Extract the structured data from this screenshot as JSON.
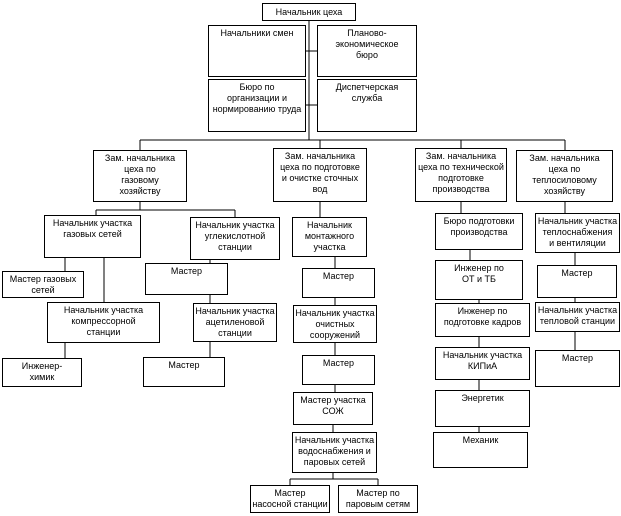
{
  "canvas": {
    "background_color": "#ffffff",
    "box_fill_color": "#ffffff",
    "box_border_color": "#000000",
    "text_color": "#000000",
    "line_color": "#000000"
  },
  "diagram": {
    "figure_type": "organizational-chart",
    "nodes": [
      {
        "id": "director",
        "label": "Начальник цеха"
      },
      {
        "id": "shift-chiefs",
        "label": "Начальники смен"
      },
      {
        "id": "planning-bureau",
        "label": "Планово-\nэкономическое\nбюро"
      },
      {
        "id": "org-bureau",
        "label": "Бюро по\nорганизации и\nнормированию труда"
      },
      {
        "id": "dispatch-service",
        "label": "Диспетчерская\nслужба"
      },
      {
        "id": "deputy-gas",
        "label": "Зам. начальника\nцеха по\nгазовому\nхозяйству"
      },
      {
        "id": "deputy-water",
        "label": "Зам. начальника\nцеха по подготовке\nи очистке сточных\nвод"
      },
      {
        "id": "deputy-tech",
        "label": "Зам. начальника\nцеха по технической\nподготовке\nпроизводства"
      },
      {
        "id": "deputy-heat",
        "label": "Зам. начальника\nцеха по\nтеплосиловому\nхозяйству"
      },
      {
        "id": "gas-net-chief",
        "label": "Начальник участка\nгазовых сетей"
      },
      {
        "id": "co2-chief",
        "label": "Начальник участка\nуглекислотной\nстанции"
      },
      {
        "id": "montage-chief",
        "label": "Начальник\nмонтажного\nучастка"
      },
      {
        "id": "prep-bureau",
        "label": "Бюро подготовки\nпроизводства"
      },
      {
        "id": "heatsupply-chief",
        "label": "Начальник участка\nтеплоснабжения\nи вентиляции"
      },
      {
        "id": "gas-net-master",
        "label": "Мастер газовых\nсетей"
      },
      {
        "id": "co2-master",
        "label": "Мастер"
      },
      {
        "id": "montage-master",
        "label": "Мастер"
      },
      {
        "id": "ot-tb-engineer",
        "label": "Инженер по\nОТ и ТБ"
      },
      {
        "id": "heat-master-1",
        "label": "Мастер"
      },
      {
        "id": "compressor-chief",
        "label": "Начальник участка\nкомпрессорной\nстанции"
      },
      {
        "id": "acetylene-chief",
        "label": "Начальник участка\nацетиленовой\nстанции"
      },
      {
        "id": "treatment-chief",
        "label": "Начальник участка\nочистных\nсооружений"
      },
      {
        "id": "hr-engineer",
        "label": "Инженер по\nподготовке кадров"
      },
      {
        "id": "heat-station-chief",
        "label": "Начальник участка\nтепловой станции"
      },
      {
        "id": "chemist-engineer",
        "label": "Инженер-\nхимик"
      },
      {
        "id": "acetylene-master",
        "label": "Мастер"
      },
      {
        "id": "treatment-master",
        "label": "Мастер"
      },
      {
        "id": "kipia-chief",
        "label": "Начальник участка\nКИПиА"
      },
      {
        "id": "heat-master-2",
        "label": "Мастер"
      },
      {
        "id": "sozh-master",
        "label": "Мастер участка\nСОЖ"
      },
      {
        "id": "energetik",
        "label": "Энергетик"
      },
      {
        "id": "watersupply-chief",
        "label": "Начальник участка\nводоснабжения и\nпаровых сетей"
      },
      {
        "id": "mechanic",
        "label": "Механик"
      },
      {
        "id": "pump-master",
        "label": "Мастер\nнасосной станции"
      },
      {
        "id": "steam-master",
        "label": "Мастер по\nпаровым сетям"
      }
    ]
  }
}
